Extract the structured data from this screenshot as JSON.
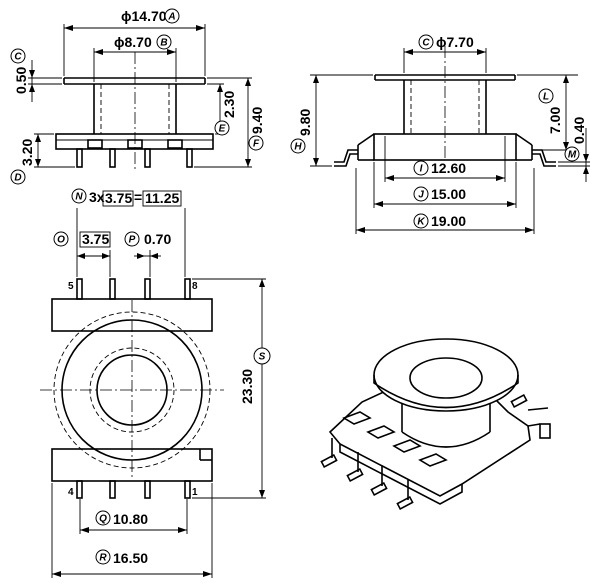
{
  "dimensions": {
    "A": "14.70",
    "B": "8.70",
    "C": "7.70",
    "D": "3.20",
    "E": "2.30",
    "F": "9.40",
    "H": "9.80",
    "I": "12.60",
    "J": "15.00",
    "K": "19.00",
    "L": "7.00",
    "M": "0.40",
    "N": "11.25",
    "O": "3.75",
    "P": "0.70",
    "Q": "10.80",
    "R": "16.50",
    "S": "23.30",
    "T": "0.50"
  },
  "prefixes": {
    "phi": "ϕ",
    "count": "3x",
    "pitch": "3.75",
    "equals": "="
  },
  "letters": {
    "A": "A",
    "B": "B",
    "C": "C",
    "D": "D",
    "E": "E",
    "F": "F",
    "H": "H",
    "I": "I",
    "J": "J",
    "K": "K",
    "L": "L",
    "M": "M",
    "N": "N",
    "O": "O",
    "P": "P",
    "Q": "Q",
    "R": "R",
    "S": "S"
  },
  "pins": {
    "p1": "1",
    "p4": "4",
    "p5": "5",
    "p8": "8"
  }
}
